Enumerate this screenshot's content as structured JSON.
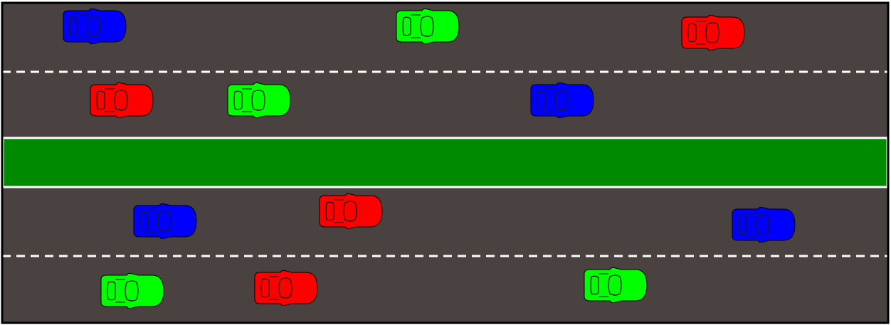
{
  "colors": {
    "asphalt": "#4a4241",
    "median": "#008a00",
    "border": "#000000",
    "edge_line": "#ffffff",
    "lane_marking": "#ffffff",
    "window_stroke": "#1a1a1a"
  },
  "road": {
    "direction": "horizontal",
    "carriageways": 2,
    "lanes_per_carriageway": 2,
    "lane_marking_style": "dashed"
  },
  "car_colors": {
    "blue": "#0000ff",
    "green": "#00ff00",
    "red": "#ff0000"
  },
  "cars": [
    {
      "id": "car-1",
      "color": "blue",
      "carriageway": "upper",
      "lane": 1
    },
    {
      "id": "car-2",
      "color": "green",
      "carriageway": "upper",
      "lane": 1
    },
    {
      "id": "car-3",
      "color": "red",
      "carriageway": "upper",
      "lane": 1
    },
    {
      "id": "car-4",
      "color": "red",
      "carriageway": "upper",
      "lane": 2
    },
    {
      "id": "car-5",
      "color": "green",
      "carriageway": "upper",
      "lane": 2
    },
    {
      "id": "car-6",
      "color": "blue",
      "carriageway": "upper",
      "lane": 2
    },
    {
      "id": "car-7",
      "color": "blue",
      "carriageway": "lower",
      "lane": 1
    },
    {
      "id": "car-8",
      "color": "red",
      "carriageway": "lower",
      "lane": 1
    },
    {
      "id": "car-9",
      "color": "blue",
      "carriageway": "lower",
      "lane": 1
    },
    {
      "id": "car-10",
      "color": "green",
      "carriageway": "lower",
      "lane": 2
    },
    {
      "id": "car-11",
      "color": "red",
      "carriageway": "lower",
      "lane": 2
    },
    {
      "id": "car-12",
      "color": "green",
      "carriageway": "lower",
      "lane": 2
    }
  ]
}
